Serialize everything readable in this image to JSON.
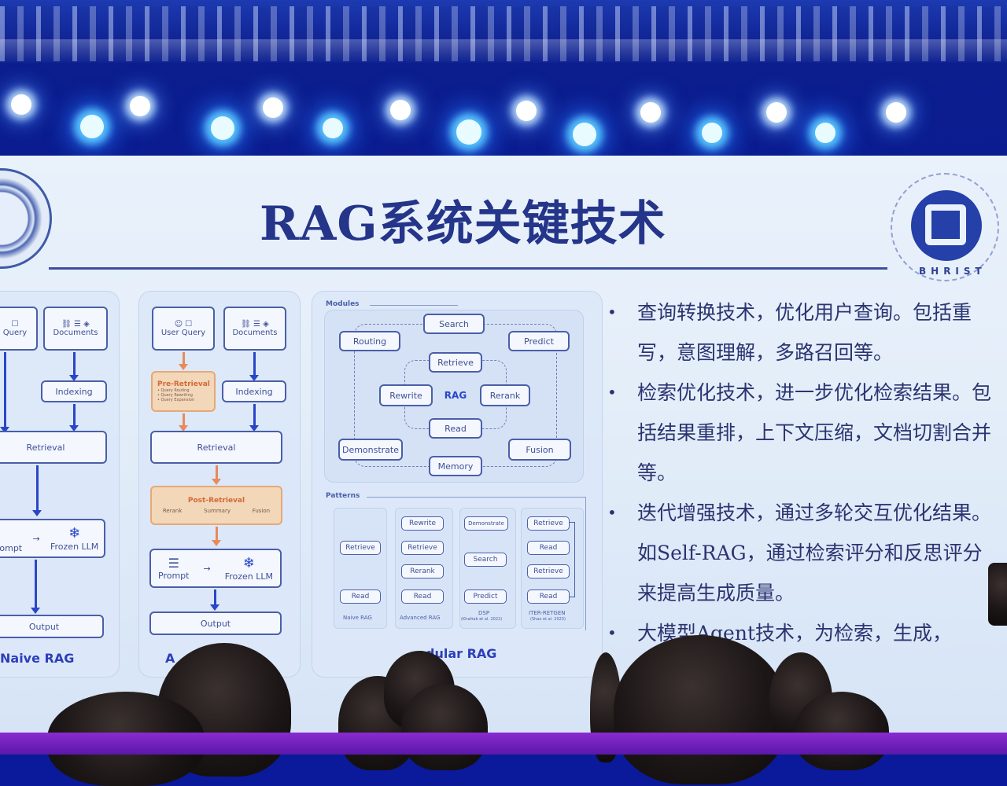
{
  "slide": {
    "title": "RAG系统关键技术",
    "colors": {
      "title": "#24358a",
      "accent_blue": "#2a46c8",
      "orange": "#e6a878",
      "stage_blue": "#0a1a9a"
    },
    "bullets": [
      "查询转换技术，优化用户查询。包括重写，意图理解，多路召回等。",
      "检索优化技术，进一步优化检索结果。包括结果重排，上下文压缩，文档切割合并等。",
      "迭代增强技术，通过多轮交互优化结果。如Self-RAG，通过检索评分和反思评分来提高生成质量。",
      "大模型Agent技术，为检索，生成，　　同的Agent。"
    ],
    "logo_right_text": "BHRIST"
  },
  "diagram": {
    "naive": {
      "caption": "Naive RAG",
      "query": "Query",
      "documents": "Documents",
      "indexing": "Indexing",
      "retrieval": "Retrieval",
      "prompt": "Prompt",
      "frozen_llm": "Frozen LLM",
      "output": "Output"
    },
    "advanced": {
      "caption": "A",
      "user": "User",
      "query": "Query",
      "documents": "Documents",
      "pre_retrieval": "Pre-Retrieval",
      "pre_items": [
        "• Query Routing",
        "• Query Rewriting",
        "• Query Expansion"
      ],
      "indexing": "Indexing",
      "retrieval": "Retrieval",
      "post_retrieval": "Post-Retrieval",
      "rerank": "Rerank",
      "summary": "Summary",
      "fusion": "Fusion",
      "prompt": "Prompt",
      "frozen_llm": "Frozen LLM",
      "output": "Output"
    },
    "modular": {
      "modules_label": "Modules",
      "search": "Search",
      "routing": "Routing",
      "predict": "Predict",
      "retrieve": "Retrieve",
      "rewrite": "Rewrite",
      "rag": "RAG",
      "rerank": "Rerank",
      "read": "Read",
      "demonstrate": "Demonstrate",
      "fusion": "Fusion",
      "memory": "Memory",
      "patterns_label": "Patterns",
      "caption": "odular RAG",
      "patterns": {
        "naive": {
          "items": [
            "Retrieve",
            "Read"
          ],
          "label": "Naive RAG"
        },
        "advanced": {
          "items": [
            "Rewrite",
            "Retrieve",
            "Rerank",
            "Read"
          ],
          "label": "Advanced RAG"
        },
        "dsp": {
          "items": [
            "Demonstrate",
            "Search",
            "Predict"
          ],
          "label": "DSP",
          "sublabel": "(Khattab et al. 2022)"
        },
        "iter": {
          "items": [
            "Retrieve",
            "Read",
            "Retrieve",
            "Read"
          ],
          "label": "ITER-RETGEN",
          "sublabel": "(Shao et al. 2023)"
        }
      }
    }
  }
}
